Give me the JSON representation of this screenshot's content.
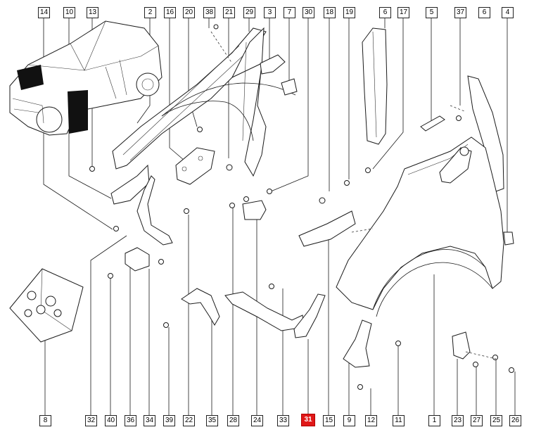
{
  "top_callouts": [
    "14",
    "10",
    "13",
    "2",
    "16",
    "20",
    "38",
    "21",
    "29",
    "3",
    "7",
    "30",
    "18",
    "19",
    "6",
    "17",
    "5",
    "37",
    "6",
    "4"
  ],
  "bottom_callouts": [
    "8",
    "32",
    "40",
    "36",
    "34",
    "39",
    "22",
    "35",
    "28",
    "24",
    "33",
    "31",
    "15",
    "9",
    "12",
    "11",
    "1",
    "23",
    "27",
    "25",
    "26"
  ],
  "highlighted_callout": "31",
  "colors": {
    "highlight": "#e01818",
    "line": "#1a1a1a",
    "fill": "#ffffff",
    "car_fill": "#111111"
  }
}
